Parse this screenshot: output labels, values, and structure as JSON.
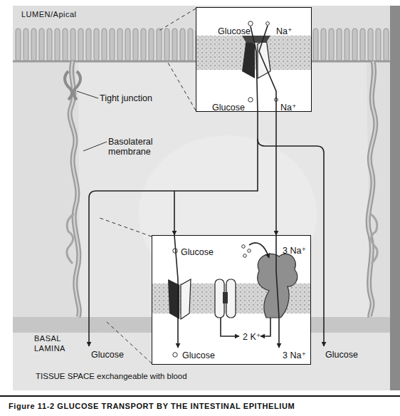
{
  "diagram": {
    "caption": "Figure 11-2 GLUCOSE TRANSPORT BY THE INTESTINAL EPITHELIUM",
    "nodes": [
      {
        "text": [
          "Glucose",
          "Na⁺",
          "Glucose",
          "Na⁺"
        ]
      },
      {
        "text": [
          "Glucose",
          "3 Na⁺",
          "2 K⁺",
          "Glucose",
          "3 Na⁺"
        ]
      }
    ],
    "edges": [
      {
        "from": 0,
        "to": 1,
        "arrow": "to"
      },
      {
        "from": 0,
        "to": 1,
        "arrow": "to"
      }
    ],
    "labels": [
      "LUMEN/Apical",
      "Tight junction",
      "Basolateral membrane",
      "BASAL LAMINA",
      "Glucose",
      "Glucose",
      "TISSUE SPACE exchangeable with blood"
    ]
  }
}
